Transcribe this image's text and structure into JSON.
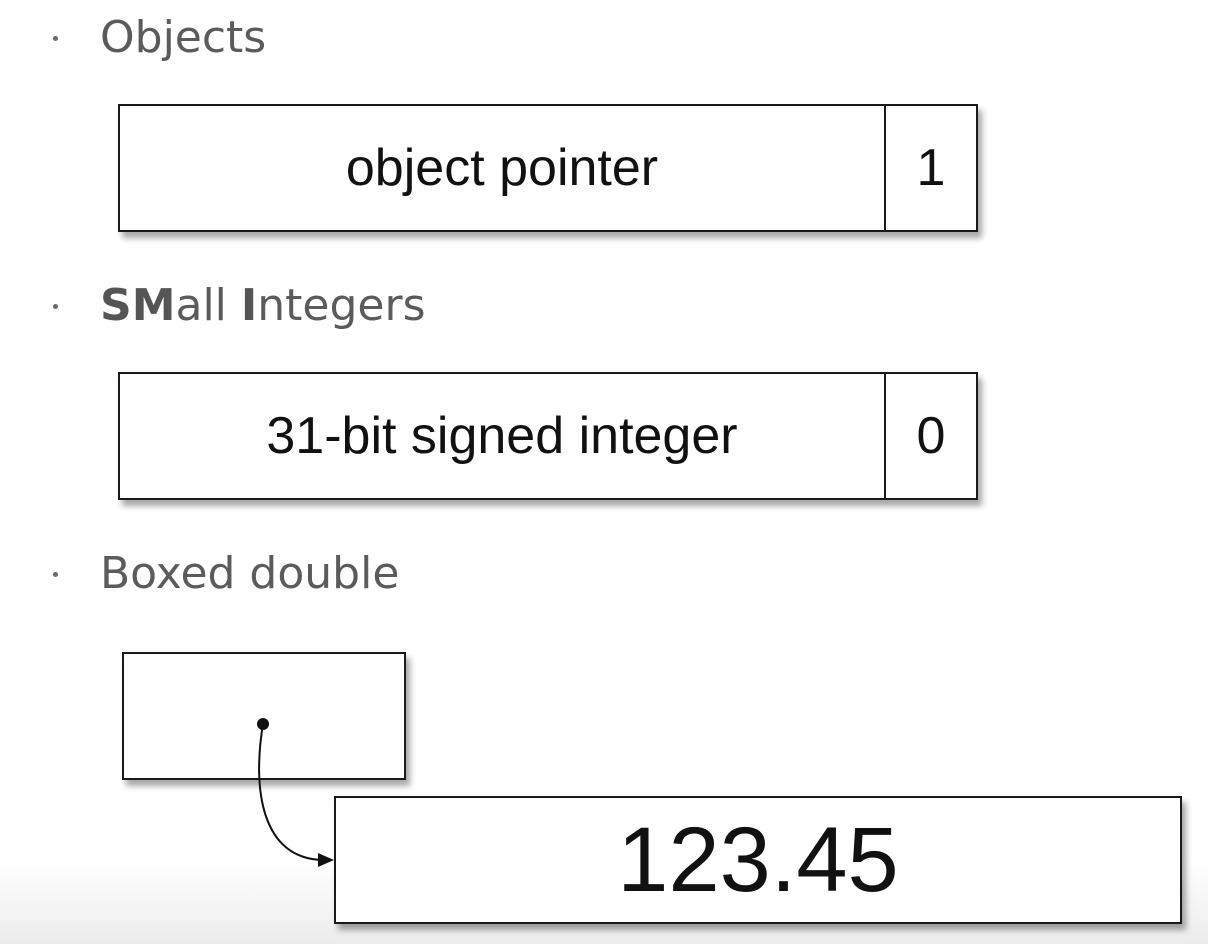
{
  "bullets": [
    {
      "label": "Objects",
      "box": {
        "main": "object pointer",
        "tag": "1"
      }
    },
    {
      "label_parts": [
        "SM",
        "all ",
        "I",
        "ntegers"
      ],
      "box": {
        "main": "31-bit signed integer",
        "tag": "0"
      }
    },
    {
      "label": "Boxed double",
      "value": "123.45"
    }
  ]
}
